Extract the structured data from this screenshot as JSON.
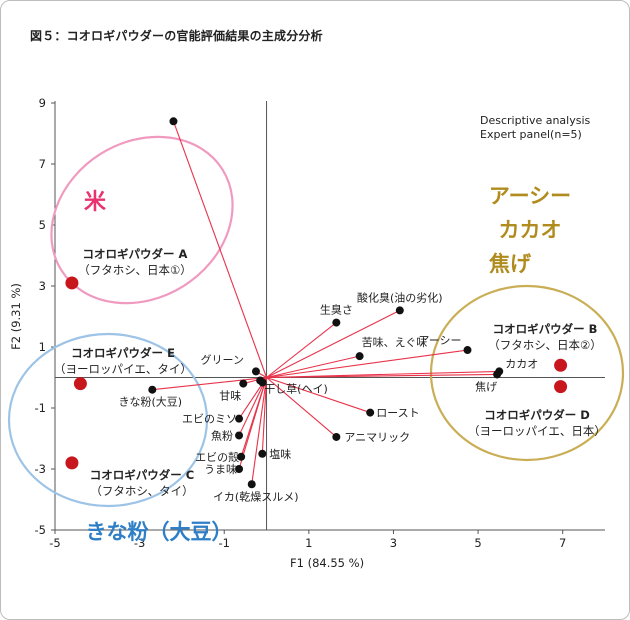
{
  "title": "図５：コオロギパウダーの官能評価結果の主成分分析",
  "chart_data": {
    "type": "scatter",
    "subtype": "biplot",
    "xlabel": "F1 (84.55 %)",
    "ylabel": "F2 (9.31 %)",
    "xlim": [
      -5,
      8
    ],
    "ylim": [
      -5,
      9
    ],
    "x_ticks": [
      "-5",
      "-3",
      "-1",
      "1",
      "3",
      "5",
      "7"
    ],
    "y_ticks": [
      "9",
      "7",
      "5",
      "3",
      "1",
      "-1",
      "-3",
      "-5"
    ],
    "annotation": [
      "Descriptive analysis",
      "Expert panel(n=5)"
    ],
    "colors": {
      "vector": "#e8334a",
      "variable_point": "#111111",
      "sample_point": "#c8161d",
      "rice_ellipse": "#f09ac0",
      "earthy_ellipse": "#c9ae55",
      "kinako_ellipse": "#9dc3e6",
      "axis": "#555555"
    },
    "variables": [
      {
        "name": "",
        "x": -2.2,
        "y": 8.4
      },
      {
        "name": "グリーン",
        "x": -0.25,
        "y": 0.2
      },
      {
        "name": "甘味",
        "x": -0.55,
        "y": -0.2
      },
      {
        "name": "干し草(ヘイ)",
        "x": -0.15,
        "y": -0.1
      },
      {
        "name": "きな粉(大豆)",
        "x": -2.7,
        "y": -0.4
      },
      {
        "name": "エビのミソ",
        "x": -0.65,
        "y": -1.35
      },
      {
        "name": "魚粉",
        "x": -0.65,
        "y": -1.9
      },
      {
        "name": "エビの殻",
        "x": -0.6,
        "y": -2.6
      },
      {
        "name": "塩味",
        "x": -0.1,
        "y": -2.5
      },
      {
        "name": "うま味",
        "x": -0.65,
        "y": -3.0
      },
      {
        "name": "イカ(乾燥スルメ)",
        "x": -0.35,
        "y": -3.5
      },
      {
        "name": "生臭さ",
        "x": 1.65,
        "y": 1.8
      },
      {
        "name": "酸化臭(油の劣化)",
        "x": 3.15,
        "y": 2.2
      },
      {
        "name": "苦味、えぐ味",
        "x": 2.2,
        "y": 0.7
      },
      {
        "name": "アーシー",
        "x": 4.75,
        "y": 0.9
      },
      {
        "name": "カカオ",
        "x": 5.5,
        "y": 0.2
      },
      {
        "name": "焦げ",
        "x": 5.45,
        "y": 0.1
      },
      {
        "name": "ロースト",
        "x": 2.45,
        "y": -1.15
      },
      {
        "name": "アニマリック",
        "x": 1.65,
        "y": -1.95
      }
    ],
    "samples": [
      {
        "name": "コオロギパウダー A",
        "detail": "（フタホシ、日本①）",
        "x": -4.6,
        "y": 3.1
      },
      {
        "name": "コオロギパウダー E",
        "detail": "（ヨーロッパイエ、タイ）",
        "x": -4.4,
        "y": -0.2
      },
      {
        "name": "コオロギパウダー C",
        "detail": "（フタホシ、タイ）",
        "x": -4.6,
        "y": -2.8
      },
      {
        "name": "コオロギパウダー B",
        "detail": "（フタホシ、日本②）",
        "x": 6.95,
        "y": 0.4
      },
      {
        "name": "コオロギパウダー D",
        "detail": "（ヨーロッパイエ、日本）",
        "x": 6.95,
        "y": -0.3
      }
    ],
    "clusters": [
      {
        "label": [
          "米"
        ]
      },
      {
        "label": [
          "アーシー",
          "カカオ",
          "焦げ"
        ]
      },
      {
        "label": [
          "きな粉（大豆）"
        ]
      }
    ]
  }
}
